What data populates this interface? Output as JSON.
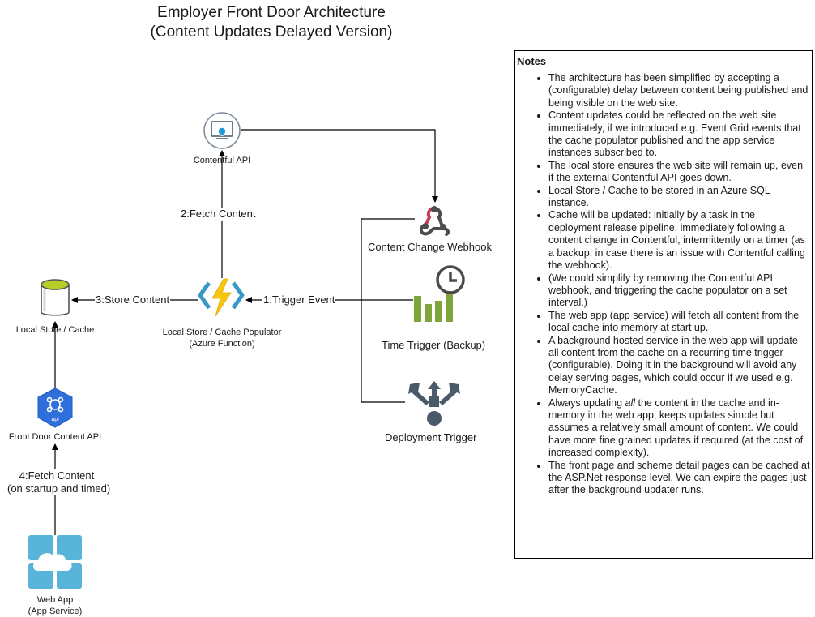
{
  "title": {
    "line1": "Employer Front Door Architecture",
    "line2": "(Content Updates Delayed Version)"
  },
  "nodes": {
    "contentful_api": "Contentful API",
    "webhook": "Content Change Webhook",
    "populator_line1": "Local Store / Cache Populator",
    "populator_line2": "(Azure Function)",
    "local_store": "Local Store / Cache",
    "time_trigger": "Time Trigger (Backup)",
    "deployment_trigger": "Deployment Trigger",
    "front_door_api": "Front Door Content API",
    "api_badge": "api",
    "web_app_line1": "Web App",
    "web_app_line2": "(App Service)"
  },
  "edges": {
    "fetch_content": "2:Fetch Content",
    "store_content": "3:Store Content",
    "trigger_event": "1:Trigger Event",
    "fetch_startup_line1": "4:Fetch Content",
    "fetch_startup_line2": "(on startup and timed)"
  },
  "notes": {
    "title": "Notes",
    "items": [
      "The architecture has been simplified by accepting a (configurable) delay between content being published and being visible on the web site.",
      "Content updates could be reflected on the web site immediately, if we introduced e.g. Event Grid events that the cache populator published and the app service instances subscribed to.",
      "The local store ensures the web site will remain up, even if the external Contentful API goes down.",
      "Local Store / Cache to be stored in an Azure SQL instance.",
      "Cache will be updated: initially by a task in the deployment release pipeline, immediately following a content change in Contentful, intermittently on a timer (as a backup, in case there is an issue with Contentful calling the webhook).",
      "(We could simplify by removing the Contentful API webhook, and triggering the cache populator on a set interval.)",
      "The web app (app service) will fetch all content from the local cache into memory at start up.",
      "A background hosted service in the web app will update all content from the cache on a recurring time trigger (configurable). Doing it in the background will avoid any delay serving pages, which could occur if we used e.g. MemoryCache.",
      {
        "pre": "Always updating ",
        "em": "all",
        "post": " the content in the cache and in-memory in the web app, keeps updates simple but assumes a relatively small amount of content. We could have more fine grained updates if required (at the cost of increased complexity)."
      },
      "The front page and scheme detail pages can be cached at the ASP.Net response level. We can expire the pages just after the background updater runs."
    ]
  },
  "colors": {
    "line": "#000000",
    "function_yellow": "#F7C613",
    "function_blue": "#3999C6",
    "db_green": "#B6CD27",
    "trigger_green": "#7FA53A",
    "webhook_red": "#C53E52",
    "api_blue": "#2E6FDB",
    "cloud_blue": "#59B4D9"
  }
}
